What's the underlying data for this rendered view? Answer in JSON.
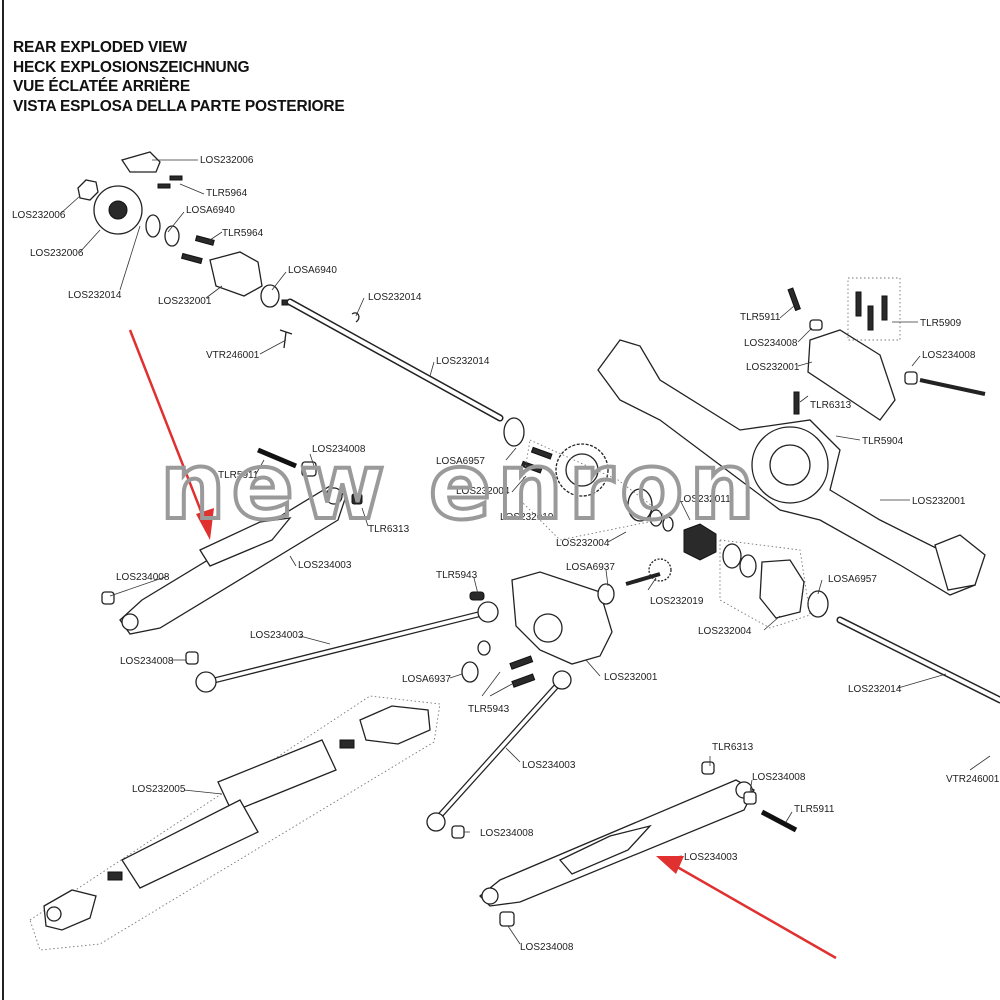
{
  "title_lines": [
    "REAR EXPLODED VIEW",
    "HECK EXPLOSIONSZEICHNUNG",
    "VUE ÉCLATÉE ARRIÈRE",
    "VISTA ESPLOSA DELLA PARTE POSTERIORE"
  ],
  "watermark": "new enron",
  "arrow_color": "#e03030",
  "part_labels": [
    {
      "id": "l1",
      "text": "LOS232006"
    },
    {
      "id": "l2",
      "text": "TLR5964"
    },
    {
      "id": "l3",
      "text": "LOS232006"
    },
    {
      "id": "l4",
      "text": "LOSA6940"
    },
    {
      "id": "l5",
      "text": "LOS232006"
    },
    {
      "id": "l6",
      "text": "TLR5964"
    },
    {
      "id": "l7",
      "text": "LOSA6940"
    },
    {
      "id": "l8",
      "text": "LOS232014"
    },
    {
      "id": "l9",
      "text": "LOS232001"
    },
    {
      "id": "l10",
      "text": "LOS232014"
    },
    {
      "id": "l11",
      "text": "VTR246001"
    },
    {
      "id": "l12",
      "text": "LOS232014"
    },
    {
      "id": "l13",
      "text": "TLR5911"
    },
    {
      "id": "l14",
      "text": "TLR5909"
    },
    {
      "id": "l15",
      "text": "LOS234008"
    },
    {
      "id": "l16",
      "text": "LOS234008"
    },
    {
      "id": "l17",
      "text": "LOS232001"
    },
    {
      "id": "l18",
      "text": "TLR6313"
    },
    {
      "id": "l19",
      "text": "TLR5904"
    },
    {
      "id": "l20",
      "text": "TLR5911"
    },
    {
      "id": "l21",
      "text": "LOS234008"
    },
    {
      "id": "l22",
      "text": "LOSA6957"
    },
    {
      "id": "l23",
      "text": "LOS232004"
    },
    {
      "id": "l24",
      "text": "TLR6313"
    },
    {
      "id": "l25",
      "text": "LOS232019"
    },
    {
      "id": "l26",
      "text": "LOS232011"
    },
    {
      "id": "l27",
      "text": "LOS232001"
    },
    {
      "id": "l28",
      "text": "LOS234003"
    },
    {
      "id": "l29",
      "text": "LOS232004"
    },
    {
      "id": "l30",
      "text": "LOS234008"
    },
    {
      "id": "l31",
      "text": "TLR5943"
    },
    {
      "id": "l32",
      "text": "LOSA6937"
    },
    {
      "id": "l33",
      "text": "LOSA6957"
    },
    {
      "id": "l34",
      "text": "LOS232019"
    },
    {
      "id": "l35",
      "text": "LOS234003"
    },
    {
      "id": "l36",
      "text": "LOS232004"
    },
    {
      "id": "l37",
      "text": "LOS234008"
    },
    {
      "id": "l38",
      "text": "LOSA6937"
    },
    {
      "id": "l39",
      "text": "LOS232001"
    },
    {
      "id": "l40",
      "text": "LOS232014"
    },
    {
      "id": "l41",
      "text": "TLR5943"
    },
    {
      "id": "l42",
      "text": "LOS232005"
    },
    {
      "id": "l43",
      "text": "LOS234003"
    },
    {
      "id": "l44",
      "text": "TLR6313"
    },
    {
      "id": "l45",
      "text": "LOS234008"
    },
    {
      "id": "l46",
      "text": "VTR246001"
    },
    {
      "id": "l47",
      "text": "TLR5911"
    },
    {
      "id": "l48",
      "text": "LOS234008"
    },
    {
      "id": "l49",
      "text": "LOS234003"
    },
    {
      "id": "l50",
      "text": "LOS234008"
    }
  ]
}
